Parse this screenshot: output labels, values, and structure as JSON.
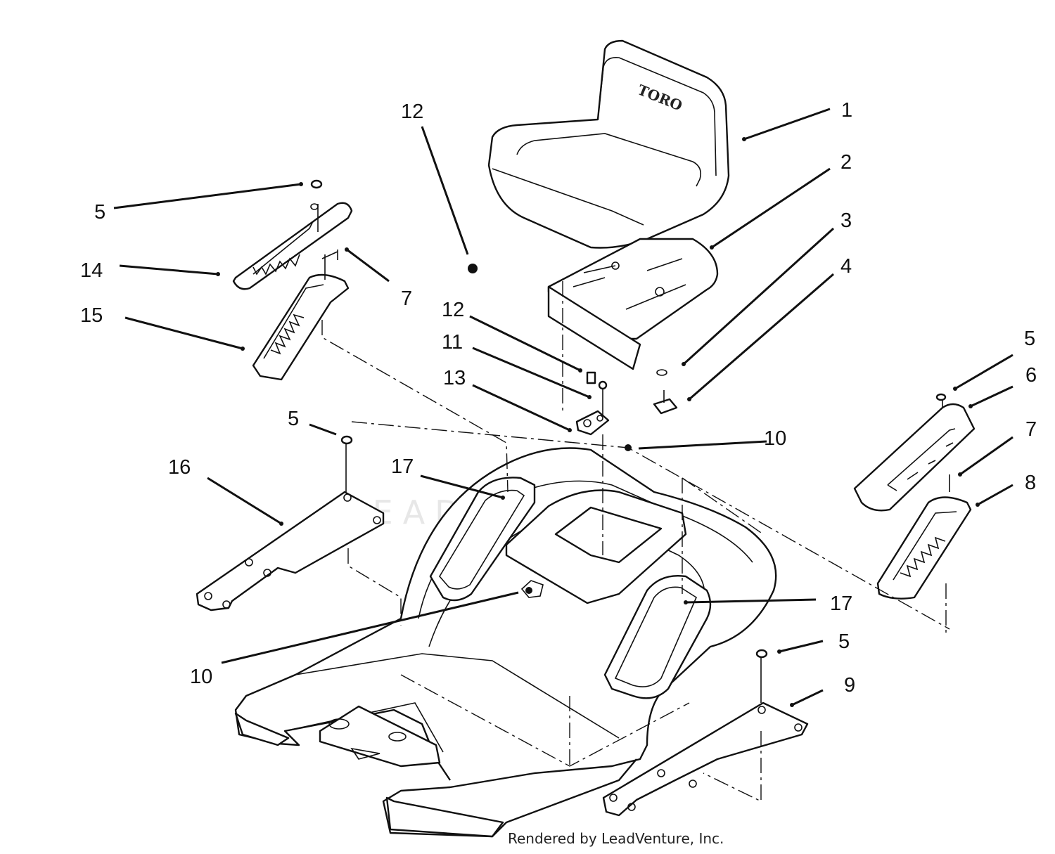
{
  "seat_brand": "TORO",
  "watermark": "LEADVENTURE",
  "footer": "Rendered by LeadVenture, Inc.",
  "callouts": [
    "1",
    "2",
    "3",
    "4",
    "5",
    "6",
    "7",
    "8",
    "9",
    "10",
    "11",
    "12",
    "13",
    "14",
    "15",
    "16",
    "17"
  ]
}
